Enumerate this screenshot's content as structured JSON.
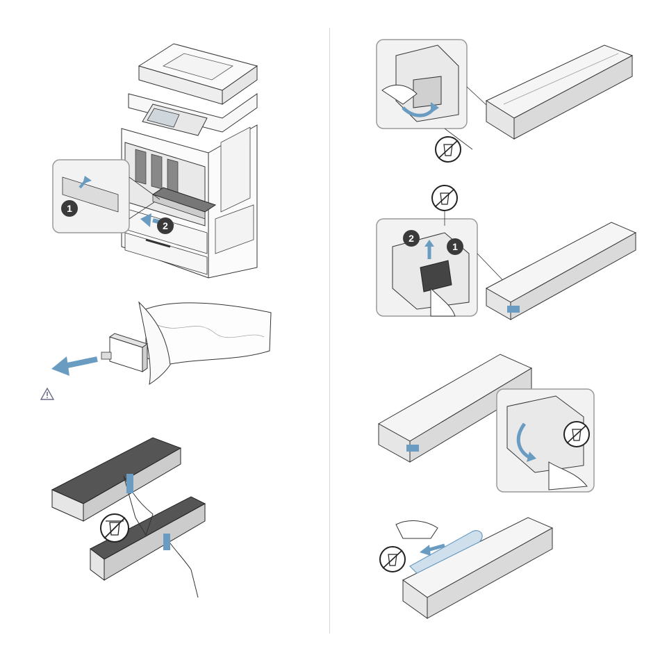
{
  "steps": {
    "printer_open": {
      "callout_step_1": "1",
      "callout_step_2": "2"
    },
    "handle_release": {
      "step_1": "1",
      "step_2": "2"
    }
  },
  "icons": {
    "warning": "warning-triangle-icon",
    "recycle": "trash-bin-recycle-icon",
    "arrow": "blue-arrow-icon"
  },
  "colors": {
    "line": "#333333",
    "cartridge_dark": "#555555",
    "callout_bg": "#f2f2f2",
    "callout_border": "#9a9a9a",
    "accent_blue": "#6a9cc2",
    "badge": "#3a3a3a",
    "divider": "#d6d6d6"
  }
}
